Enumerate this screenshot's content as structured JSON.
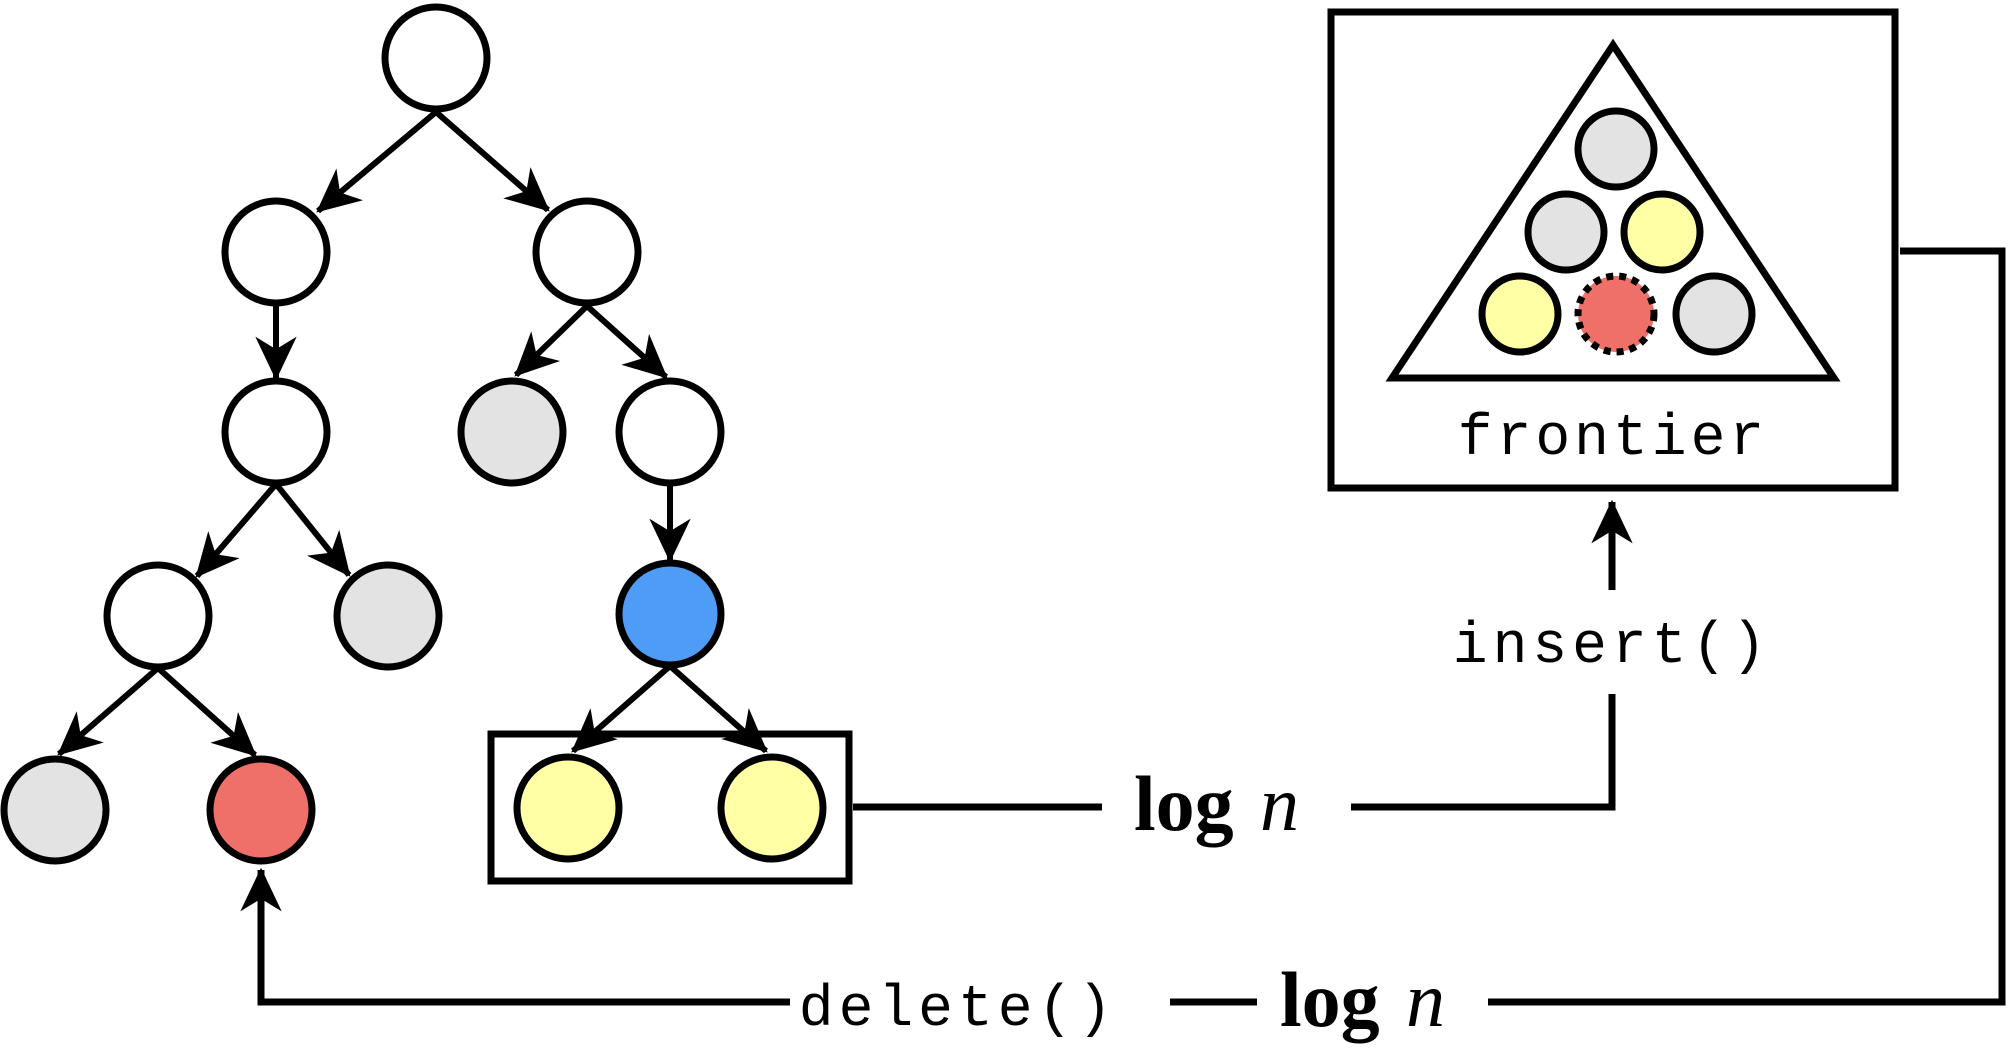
{
  "colors": {
    "stroke": "#000000",
    "white": "#ffffff",
    "gray": "#e3e3e3",
    "yellow": "#ffffa6",
    "red": "#ef7069",
    "blue": "#4f9cf7"
  },
  "frontier": {
    "label": "frontier",
    "items": [
      {
        "color": "gray"
      },
      {
        "color": "gray"
      },
      {
        "color": "yellow"
      },
      {
        "color": "yellow"
      },
      {
        "color": "red",
        "dotted": true
      },
      {
        "color": "gray"
      }
    ]
  },
  "operations": {
    "insert_label": "insert()",
    "delete_label": "delete()",
    "cost_log": "log",
    "cost_var": "n"
  },
  "tree": {
    "node_colors": [
      "white",
      "white",
      "white",
      "white",
      "white",
      "white",
      "white",
      "gray",
      "white",
      "gray",
      "blue",
      "gray",
      "red",
      "yellow",
      "yellow"
    ]
  }
}
